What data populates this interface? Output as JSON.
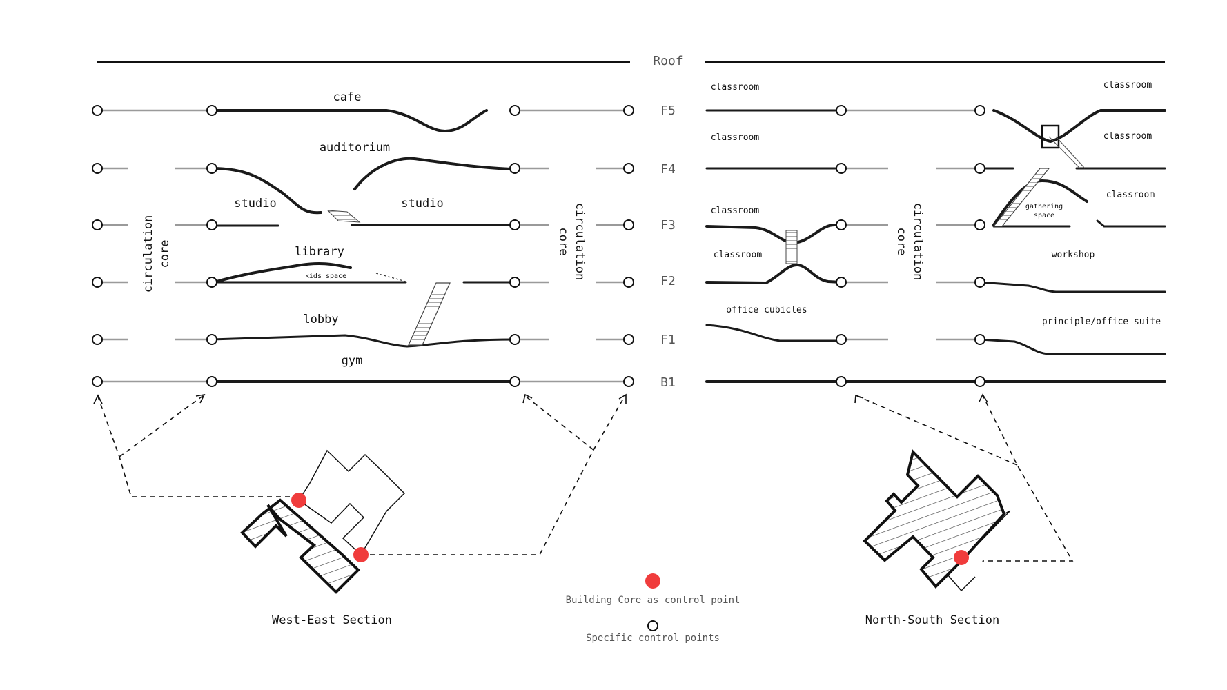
{
  "floors": [
    "Roof",
    "F5",
    "F4",
    "F3",
    "F2",
    "F1",
    "B1"
  ],
  "west_east": {
    "title": "West-East Section",
    "core_label": [
      "circulation",
      "core"
    ],
    "spaces": {
      "cafe": "cafe",
      "auditorium": "auditorium",
      "studio_left": "studio",
      "studio_right": "studio",
      "library": "library",
      "kids_space": "kids space",
      "lobby": "lobby",
      "gym": "gym"
    }
  },
  "north_south": {
    "title": "North-South Section",
    "core_label": [
      "circulation",
      "core"
    ],
    "spaces": {
      "classroom_f5_left": "classroom",
      "classroom_f5_right": "classroom",
      "classroom_f4_left": "classroom",
      "classroom_f4_right": "classroom",
      "classroom_f3_right": "classroom",
      "gathering_space": [
        "gathering",
        "space"
      ],
      "classroom_f3_left": "classroom",
      "classroom_f2_left": "classroom",
      "workshop": "workshop",
      "office_cubicles": "office cubicles",
      "office_suite": "principle/office suite"
    }
  },
  "legend": {
    "core": "Building Core as control point",
    "specific": "Specific control points",
    "core_color": "#f03c3c"
  }
}
